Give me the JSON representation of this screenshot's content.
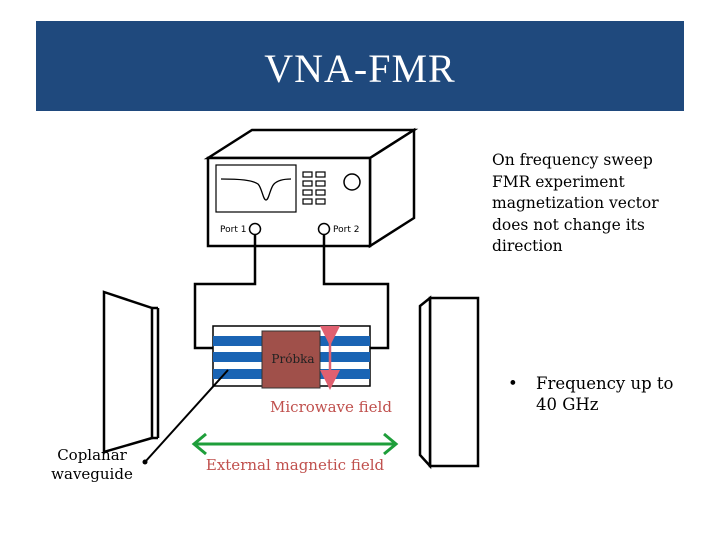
{
  "title": "VNA-FMR",
  "side_note": "On frequency sweep FMR experiment magnetization vector does not change its direction",
  "bullet": {
    "marker": "•",
    "text": "Frequency up to 40 GHz"
  },
  "labels": {
    "port1": "Port 1",
    "port2": "Port 2",
    "sample": "Próbka",
    "microwave_field": "Microwave field",
    "external_field": "External magnetic field",
    "coplanar_waveguide": "Coplanar waveguide"
  },
  "colors": {
    "title_bg": "#1f497d",
    "waveguide_stripe": "#1a64b4",
    "sample": "#a0504a",
    "field_arrow": "#e06070",
    "external_arrow": "#1e9e3a",
    "label_red": "#c0504d"
  }
}
